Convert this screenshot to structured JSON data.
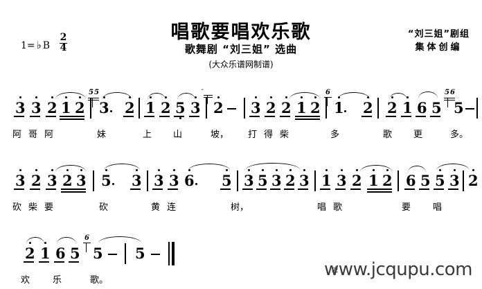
{
  "header": {
    "title": "唱歌要唱欢乐歌",
    "subtitle": "歌舞剧 “刘三姐” 选曲",
    "subsubtitle": "(大众乐谱网制谱)",
    "credit_line1": "“刘三姐”剧组",
    "credit_line2": "集体创编",
    "key_label": "1=",
    "key_flat": "♭",
    "key_note": "B",
    "meter_top": "2",
    "meter_bottom": "4"
  },
  "score": {
    "lines": [
      {
        "notes": [
          "3",
          "3",
          "2",
          "1",
          "2",
          "3",
          "2",
          "1",
          "2",
          "5",
          "3",
          "2",
          "3",
          "2",
          "2",
          "1",
          "2",
          "1",
          "2",
          "2",
          "1",
          "6",
          "5",
          "5"
        ],
        "grace_notes": [
          "55",
          "6",
          "56"
        ],
        "lyrics": [
          "阿",
          "哥",
          "阿",
          "妹",
          "上",
          "山",
          "坡，",
          "打",
          "得",
          "柴",
          "多",
          "歌",
          "更",
          "多。"
        ]
      },
      {
        "notes": [
          "3",
          "2",
          "3",
          "2",
          "3",
          "5",
          "3",
          "3",
          "3",
          "6",
          "5",
          "3",
          "5",
          "3",
          "2",
          "3",
          "1",
          "3",
          "2",
          "1",
          "2",
          "6",
          "5",
          "5",
          "3",
          "2"
        ],
        "lyrics": [
          "砍",
          "柴",
          "要",
          "砍",
          "黄",
          "连",
          "树，",
          "唱",
          "歌",
          "要",
          "唱"
        ]
      },
      {
        "notes": [
          "2",
          "1",
          "6",
          "5",
          "5",
          "5"
        ],
        "grace_notes": [
          "6"
        ],
        "lyrics": [
          "欢",
          "乐",
          "歌。"
        ]
      }
    ]
  },
  "watermark": {
    "url": "www.jcqupu.com",
    "mark": "≱"
  }
}
